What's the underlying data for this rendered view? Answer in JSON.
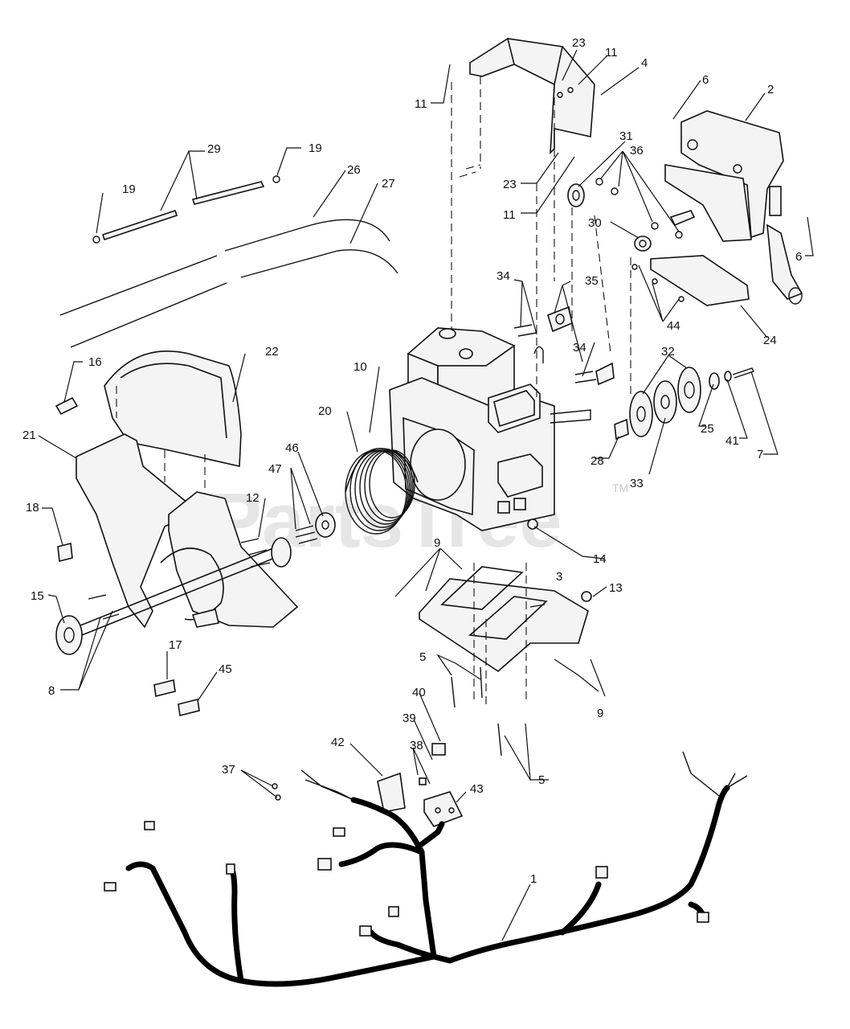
{
  "watermark": {
    "text": "PartsTree",
    "tm": "TM"
  },
  "callouts": [
    {
      "id": "c1",
      "label": "1"
    },
    {
      "id": "c2",
      "label": "2"
    },
    {
      "id": "c3",
      "label": "3"
    },
    {
      "id": "c4",
      "label": "4"
    },
    {
      "id": "c5a",
      "label": "5"
    },
    {
      "id": "c5b",
      "label": "5"
    },
    {
      "id": "c6a",
      "label": "6"
    },
    {
      "id": "c6b",
      "label": "6"
    },
    {
      "id": "c7",
      "label": "7"
    },
    {
      "id": "c8",
      "label": "8"
    },
    {
      "id": "c9a",
      "label": "9"
    },
    {
      "id": "c9b",
      "label": "9"
    },
    {
      "id": "c10",
      "label": "10"
    },
    {
      "id": "c11a",
      "label": "11"
    },
    {
      "id": "c11b",
      "label": "11"
    },
    {
      "id": "c11c",
      "label": "11"
    },
    {
      "id": "c12",
      "label": "12"
    },
    {
      "id": "c13",
      "label": "13"
    },
    {
      "id": "c14",
      "label": "14"
    },
    {
      "id": "c15",
      "label": "15"
    },
    {
      "id": "c16",
      "label": "16"
    },
    {
      "id": "c17",
      "label": "17"
    },
    {
      "id": "c18",
      "label": "18"
    },
    {
      "id": "c19a",
      "label": "19"
    },
    {
      "id": "c19b",
      "label": "19"
    },
    {
      "id": "c20",
      "label": "20"
    },
    {
      "id": "c21",
      "label": "21"
    },
    {
      "id": "c22",
      "label": "22"
    },
    {
      "id": "c23a",
      "label": "23"
    },
    {
      "id": "c23b",
      "label": "23"
    },
    {
      "id": "c24",
      "label": "24"
    },
    {
      "id": "c25",
      "label": "25"
    },
    {
      "id": "c26",
      "label": "26"
    },
    {
      "id": "c27",
      "label": "27"
    },
    {
      "id": "c28",
      "label": "28"
    },
    {
      "id": "c29",
      "label": "29"
    },
    {
      "id": "c30",
      "label": "30"
    },
    {
      "id": "c31",
      "label": "31"
    },
    {
      "id": "c32",
      "label": "32"
    },
    {
      "id": "c33",
      "label": "33"
    },
    {
      "id": "c34a",
      "label": "34"
    },
    {
      "id": "c34b",
      "label": "34"
    },
    {
      "id": "c35",
      "label": "35"
    },
    {
      "id": "c36",
      "label": "36"
    },
    {
      "id": "c37",
      "label": "37"
    },
    {
      "id": "c38",
      "label": "38"
    },
    {
      "id": "c39",
      "label": "39"
    },
    {
      "id": "c40",
      "label": "40"
    },
    {
      "id": "c41",
      "label": "41"
    },
    {
      "id": "c42",
      "label": "42"
    },
    {
      "id": "c43",
      "label": "43"
    },
    {
      "id": "c44",
      "label": "44"
    },
    {
      "id": "c45",
      "label": "45"
    },
    {
      "id": "c46",
      "label": "46"
    },
    {
      "id": "c47",
      "label": "47"
    }
  ]
}
